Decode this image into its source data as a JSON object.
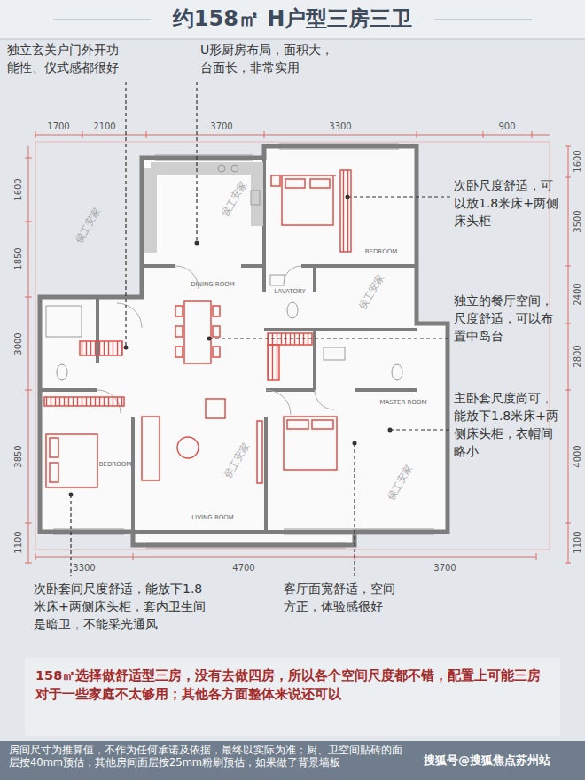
{
  "diagram": {
    "title": "约158㎡ H户型三房三卫",
    "caption": "房间尺寸为推算值，不作为任何承诺及依据，最终以实际为准；厨、卫空间贴砖的面层按40mm预估，其他房间面层按25mm粉刷预估；如果做了背景墙板",
    "labels": [
      "独立玄关户门外开功能性、仪式感都很好",
      "U形厨房布局，面积大，台面长，非常实用",
      "次卧尺度舒适，可以放1.8米床+两侧床头柜",
      "独立的餐厅空间，尺度舒适，可以布置中岛台",
      "主卧套尺度尚可，能放下1.8米床+两侧床头柜，衣帽间略小",
      "次卧套间尺度舒适，能放下1.8米床+两侧床头柜，套内卫生间是暗卫，不能采光通风",
      "客厅面宽舒适，空间方正，体验感很好",
      "158㎡选择做舒适型三房，没有去做四房，所以各个空间尺度都不错，配置上可能三房对于一些家庭不太够用；其他各方面整体来说还可以",
      "1700",
      "2100",
      "3700",
      "3300",
      "900",
      "1600",
      "1850",
      "3000",
      "3850",
      "1100",
      "1600",
      "3500",
      "2400",
      "2800",
      "4000",
      "1100",
      "3300",
      "4700",
      "3700",
      "DINING ROOM",
      "LAVATORY",
      "BEDROOM",
      "BEDROOM",
      "MASTER ROOM",
      "LIVING ROOM",
      "侯工安家",
      "侯工安家",
      "侯工安家",
      "侯工安家",
      "侯工安家",
      "搜狐号@搜狐焦点苏州站"
    ]
  }
}
